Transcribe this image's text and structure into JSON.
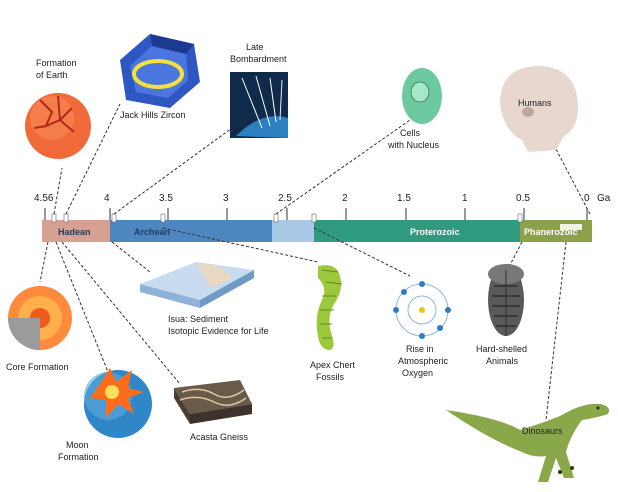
{
  "timeline": {
    "unit": "Ga",
    "ticks": [
      "4.56",
      "4",
      "3.5",
      "3",
      "2.5",
      "2",
      "1.5",
      "1",
      "0.5",
      "0"
    ],
    "eons": {
      "hadean": "Hadean",
      "archean": "Archean",
      "proterozoic": "Proterozoic",
      "phanerozoic": "Phanerozoic"
    },
    "colors": {
      "hadean": "#d6a092",
      "archean": "#4e86bf",
      "paleo_archean_light": "#a9c8e6",
      "proterozoic": "#2f9a7e",
      "phanerozoic": "#8ea04a"
    }
  },
  "events": {
    "formation_of_earth": [
      "Formation",
      "of Earth"
    ],
    "jack_hills_zircon": [
      "Jack Hills Zircon"
    ],
    "late_bombardment": [
      "Late",
      "Bombardment"
    ],
    "cells_with_nucleus": [
      "Cells",
      "with Nucleus"
    ],
    "humans": [
      "Humans"
    ],
    "core_formation": [
      "Core Formation"
    ],
    "moon_formation": [
      "Moon",
      "Formation"
    ],
    "acasta_gneiss": [
      "Acasta Gneiss"
    ],
    "isua_sediment": [
      "Isua: Sediment",
      "Isotopic Evidence for Life"
    ],
    "apex_chert_fossils": [
      "Apex Chert",
      "Fossils"
    ],
    "rise_in_oxygen": [
      "Rise in",
      "Atmospheric",
      "Oxygen"
    ],
    "hard_shelled_animals": [
      "Hard-shelled",
      "Animals"
    ],
    "dinosaurs": [
      "Dinosaurs"
    ]
  }
}
